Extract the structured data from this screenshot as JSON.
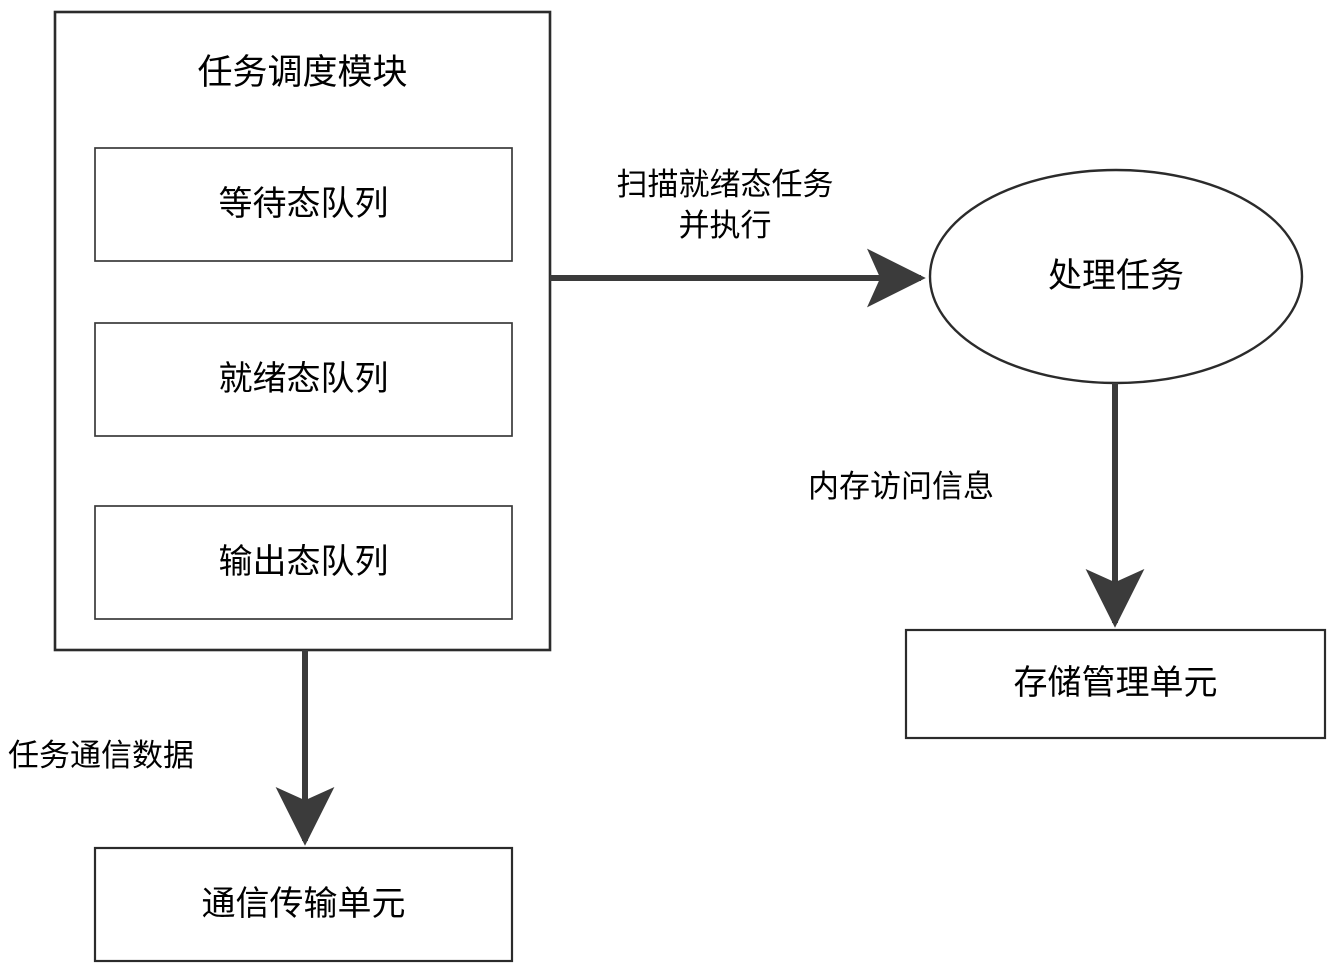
{
  "diagram": {
    "type": "flowchart",
    "language": "zh-CN",
    "colors": {
      "background": "#ffffff",
      "box_stroke": "#2b2b2b",
      "inner_box_stroke": "#3a3a3a",
      "ellipse_stroke": "#2b2b2b",
      "arrow": "#3b3b3b",
      "text": "#000000"
    },
    "nodes": {
      "scheduler_module": {
        "label": "任务调度模块",
        "shape": "rectangle",
        "queues": [
          {
            "label": "等待态队列",
            "shape": "rectangle"
          },
          {
            "label": "就绪态队列",
            "shape": "rectangle"
          },
          {
            "label": "输出态队列",
            "shape": "rectangle"
          }
        ]
      },
      "process_task": {
        "label": "处理任务",
        "shape": "ellipse"
      },
      "storage_unit": {
        "label": "存储管理单元",
        "shape": "rectangle"
      },
      "comm_unit": {
        "label": "通信传输单元",
        "shape": "rectangle"
      }
    },
    "edges": [
      {
        "id": "scheduler-to-process",
        "from": "scheduler_module",
        "to": "process_task",
        "label": "扫描就绪态任务\n并执行",
        "direction": "right"
      },
      {
        "id": "process-to-storage",
        "from": "process_task",
        "to": "storage_unit",
        "label": "内存访问信息",
        "direction": "down"
      },
      {
        "id": "scheduler-to-comm",
        "from": "scheduler_module",
        "to": "comm_unit",
        "label": "任务通信数据",
        "direction": "down"
      }
    ]
  }
}
